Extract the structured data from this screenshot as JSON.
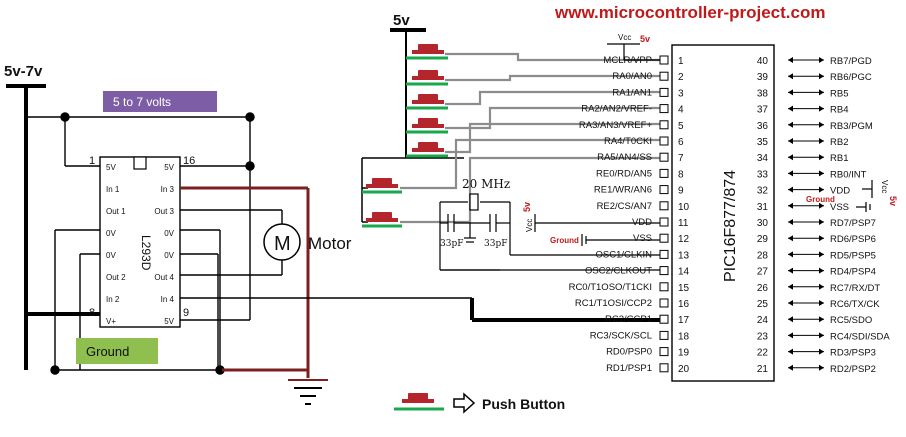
{
  "header": {
    "website": "www.microcontroller-project.com",
    "supply_5v": "5v",
    "supply_5_7v": "5v-7v"
  },
  "labels": {
    "volts_box": "5 to 7 volts",
    "ground_box": "Ground",
    "motor": "Motor",
    "motor_symbol": "M",
    "crystal": "20 MHz",
    "cap1": "33pF",
    "cap2": "33pF",
    "push_button_legend": "Push Button",
    "vcc_top": "Vcc",
    "vcc_top_val": "5v",
    "vcc_mid": "Vcc",
    "vcc_mid_val": "5v",
    "vcc_right": "Vcc",
    "vcc_right_val": "5v",
    "ground_left": "Ground",
    "ground_right": "Ground"
  },
  "l293d": {
    "name": "L293D",
    "left_pins": [
      {
        "num": "1",
        "label": "5V"
      },
      {
        "num": "",
        "label": "In 1"
      },
      {
        "num": "",
        "label": "Out 1"
      },
      {
        "num": "",
        "label": "0V"
      },
      {
        "num": "",
        "label": "0V"
      },
      {
        "num": "",
        "label": "Out 2"
      },
      {
        "num": "",
        "label": "In 2"
      },
      {
        "num": "8",
        "label": "V+"
      }
    ],
    "right_pins": [
      {
        "num": "16",
        "label": "5V"
      },
      {
        "num": "",
        "label": "In 3"
      },
      {
        "num": "",
        "label": "Out 3"
      },
      {
        "num": "",
        "label": "0V"
      },
      {
        "num": "",
        "label": "0V"
      },
      {
        "num": "",
        "label": "Out 4"
      },
      {
        "num": "",
        "label": "In 4"
      },
      {
        "num": "9",
        "label": "5V"
      }
    ]
  },
  "pic": {
    "name": "PIC16F877/874",
    "left_pins": [
      {
        "num": "1",
        "label": "MCLR/VPP"
      },
      {
        "num": "2",
        "label": "RA0/AN0"
      },
      {
        "num": "3",
        "label": "RA1/AN1"
      },
      {
        "num": "4",
        "label": "RA2/AN2/VREF-"
      },
      {
        "num": "5",
        "label": "RA3/AN3/VREF+"
      },
      {
        "num": "6",
        "label": "RA4/T0CKI"
      },
      {
        "num": "7",
        "label": "RA5/AN4/SS"
      },
      {
        "num": "8",
        "label": "RE0/RD/AN5"
      },
      {
        "num": "9",
        "label": "RE1/WR/AN6"
      },
      {
        "num": "10",
        "label": "RE2/CS/AN7"
      },
      {
        "num": "11",
        "label": "VDD"
      },
      {
        "num": "12",
        "label": "VSS"
      },
      {
        "num": "13",
        "label": "OSC1/CLKIN"
      },
      {
        "num": "14",
        "label": "OSC2/CLKOUT"
      },
      {
        "num": "15",
        "label": "RC0/T1OSO/T1CKI"
      },
      {
        "num": "16",
        "label": "RC1/T1OSI/CCP2"
      },
      {
        "num": "17",
        "label": "RC2/CCP1"
      },
      {
        "num": "18",
        "label": "RC3/SCK/SCL"
      },
      {
        "num": "19",
        "label": "RD0/PSP0"
      },
      {
        "num": "20",
        "label": "RD1/PSP1"
      }
    ],
    "right_pins": [
      {
        "num": "40",
        "label": "RB7/PGD"
      },
      {
        "num": "39",
        "label": "RB6/PGC"
      },
      {
        "num": "38",
        "label": "RB5"
      },
      {
        "num": "37",
        "label": "RB4"
      },
      {
        "num": "36",
        "label": "RB3/PGM"
      },
      {
        "num": "35",
        "label": "RB2"
      },
      {
        "num": "34",
        "label": "RB1"
      },
      {
        "num": "33",
        "label": "RB0/INT"
      },
      {
        "num": "32",
        "label": "VDD"
      },
      {
        "num": "31",
        "label": "VSS"
      },
      {
        "num": "30",
        "label": "RD7/PSP7"
      },
      {
        "num": "29",
        "label": "RD6/PSP6"
      },
      {
        "num": "28",
        "label": "RD5/PSP5"
      },
      {
        "num": "27",
        "label": "RD4/PSP4"
      },
      {
        "num": "26",
        "label": "RC7/RX/DT"
      },
      {
        "num": "25",
        "label": "RC6/TX/CK"
      },
      {
        "num": "24",
        "label": "RC5/SDO"
      },
      {
        "num": "23",
        "label": "RC4/SDI/SDA"
      },
      {
        "num": "22",
        "label": "RD3/PSP3"
      },
      {
        "num": "21",
        "label": "RD2/PSP2"
      }
    ]
  },
  "colors": {
    "header_red": "#c0191a",
    "button_red": "#b4252c",
    "button_green": "#1aa84c",
    "wire_gray": "#8c8c8c",
    "wire_maroon": "#7b1f1f",
    "volts_box_fill": "#7d5ea6",
    "ground_box_fill": "#8fbf4e",
    "vcc_red": "#c0191a"
  }
}
